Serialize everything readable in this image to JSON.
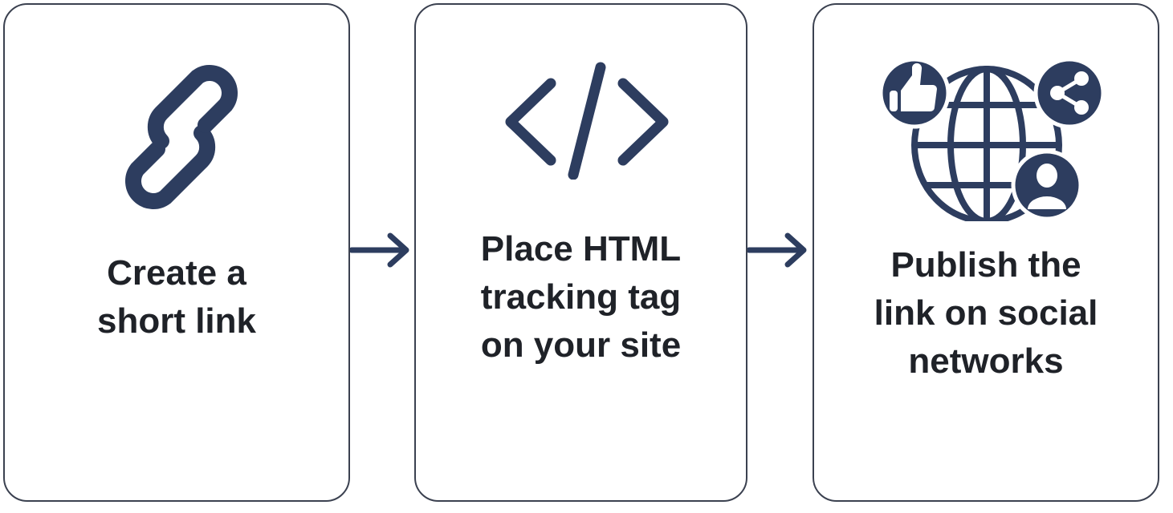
{
  "accent_color": "#2d3d5f",
  "steps": [
    {
      "icon": "link-icon",
      "label": "Create a\nshort link"
    },
    {
      "icon": "code-icon",
      "label": "Place HTML\ntracking tag\non your site"
    },
    {
      "icon": "globe-social-icon",
      "label": "Publish the\nlink on social\nnetworks"
    }
  ]
}
